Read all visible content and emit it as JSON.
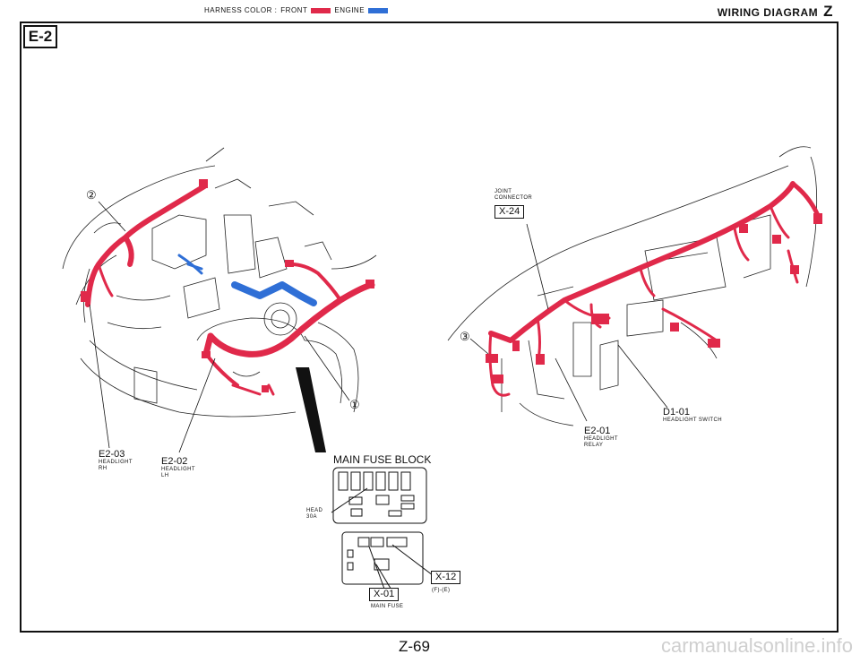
{
  "header": {
    "harness_color_label": "HARNESS COLOR :",
    "front_label": "FRONT",
    "engine_label": "ENGINE",
    "front_color": "#e0294a",
    "engine_color": "#2f6fd6",
    "title": "WIRING DIAGRAM",
    "title_letter": "Z"
  },
  "section_id": "E-2",
  "callouts": {
    "two": "②",
    "one": "①",
    "three": "③"
  },
  "labels": {
    "e2_03": {
      "code": "E2-03",
      "line1": "HEADLIGHT",
      "line2": "RH"
    },
    "e2_02": {
      "code": "E2-02",
      "line1": "HEADLIGHT",
      "line2": "LH"
    },
    "main_fuse_block": "MAIN FUSE BLOCK",
    "head": {
      "line1": "HEAD",
      "line2": "30A"
    },
    "x_12": {
      "code": "X-12",
      "sub": "(F)-(E)"
    },
    "x_01": {
      "code": "X-01",
      "sub": "MAIN FUSE"
    },
    "joint": {
      "line1": "JOINT",
      "line2": "CONNECTOR",
      "code": "X-24"
    },
    "e2_01": {
      "code": "E2-01",
      "line1": "HEADLIGHT",
      "line2": "RELAY"
    },
    "d1_01": {
      "code": "D1-01",
      "line1": "HEADLIGHT SWITCH"
    }
  },
  "page_number": "Z-69",
  "watermark": "carmanualsonline.info"
}
